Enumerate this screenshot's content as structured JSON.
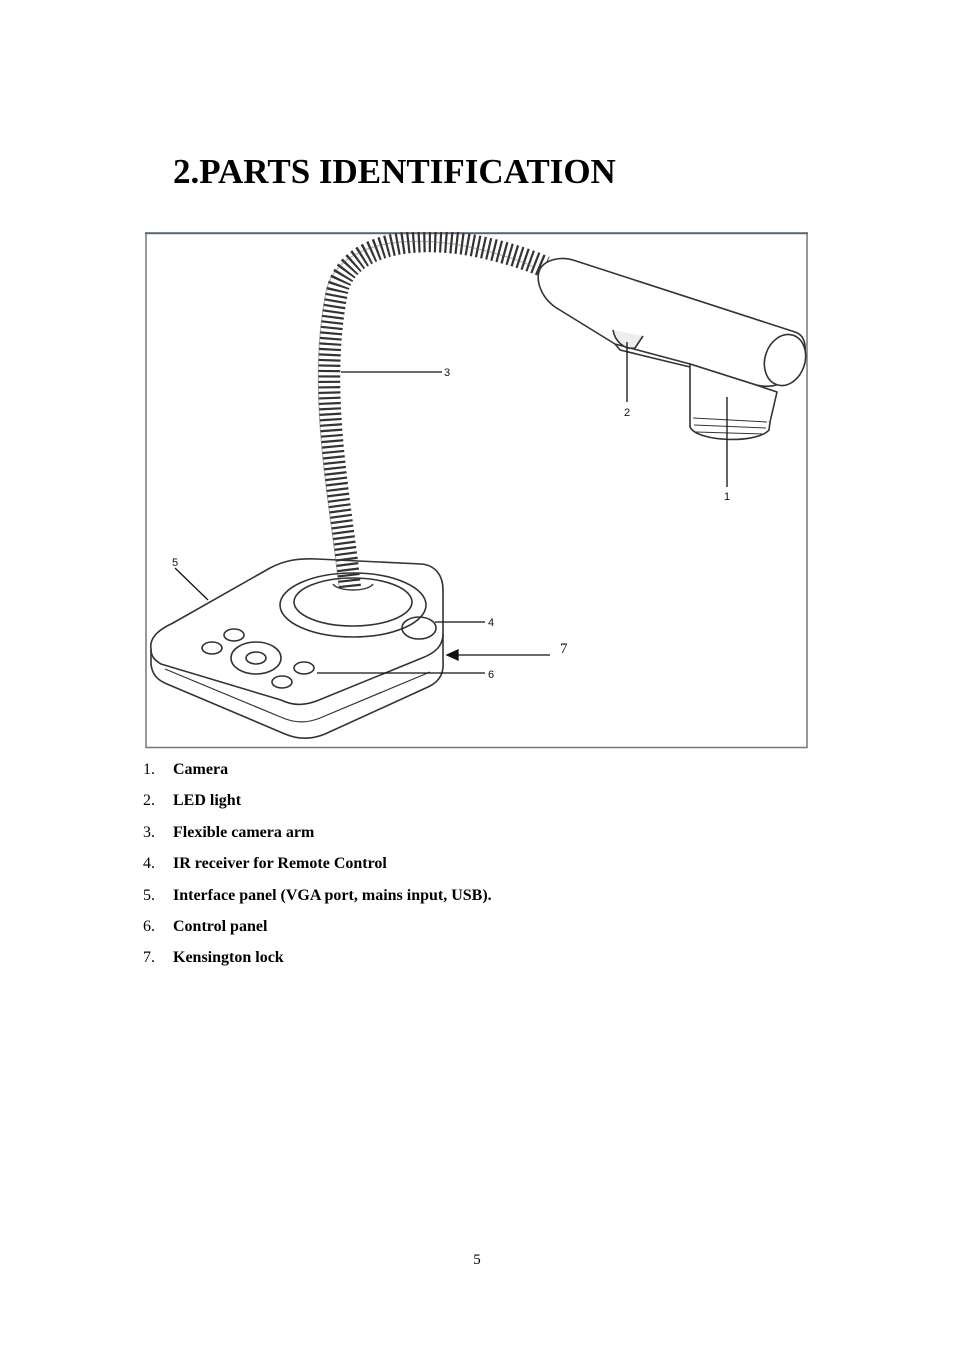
{
  "page": {
    "title": "2.PARTS IDENTIFICATION",
    "page_number": "5"
  },
  "figure": {
    "callouts": [
      "1",
      "2",
      "3",
      "4",
      "5",
      "6",
      "7"
    ]
  },
  "parts_list": [
    {
      "num": "1.",
      "label": "Camera"
    },
    {
      "num": "2.",
      "label": "LED light"
    },
    {
      "num": "3.",
      "label": "Flexible camera arm"
    },
    {
      "num": "4.",
      "label": "IR receiver for Remote Control"
    },
    {
      "num": "5.",
      "label": "Interface panel (VGA port, mains input, USB)."
    },
    {
      "num": "6.",
      "label": "Control panel"
    },
    {
      "num": "7.",
      "label": "Kensington lock"
    }
  ]
}
